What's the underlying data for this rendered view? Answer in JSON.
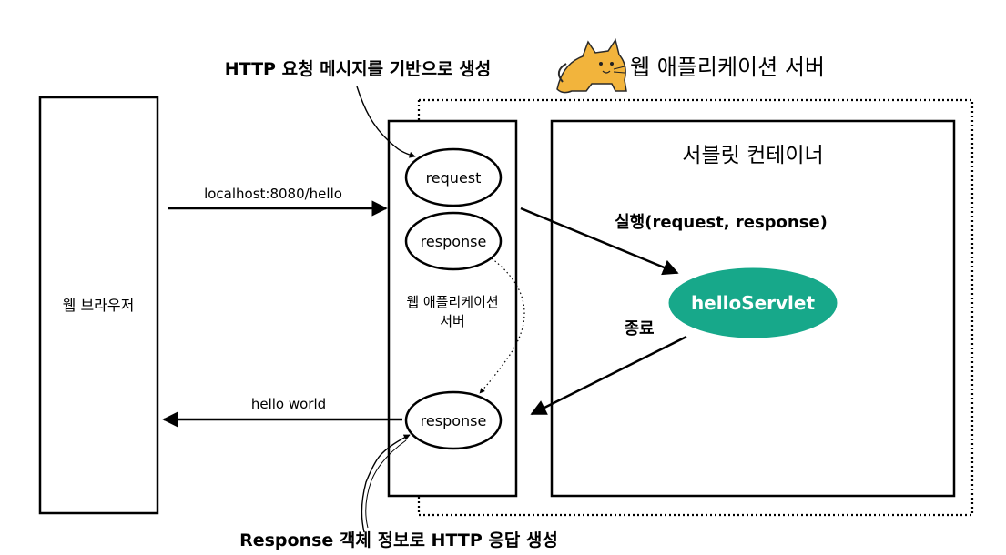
{
  "top_annotation": "HTTP 요청 메시지를 기반으로 생성",
  "bottom_annotation": "Response 객체 정보로 HTTP 응답 생성",
  "server_title": "웹 애플리케이션 서버",
  "browser_label": "웹 브라우저",
  "request_url": "localhost:8080/hello",
  "response_body": "hello world",
  "was_inner_label_line1": "웹 애플리케이션",
  "was_inner_label_line2": "서버",
  "request_obj": "request",
  "response_obj": "response",
  "response_out": "response",
  "servlet_container_title": "서블릿 컨테이너",
  "execute_label": "실행(request, response)",
  "servlet_name": "helloServlet",
  "finish_label": "종료",
  "colors": {
    "servlet_fill": "#17a88a",
    "tomcat_body": "#f2b43c",
    "stroke": "#000000"
  },
  "icons": {
    "server_logo": "tomcat-cat-icon"
  }
}
